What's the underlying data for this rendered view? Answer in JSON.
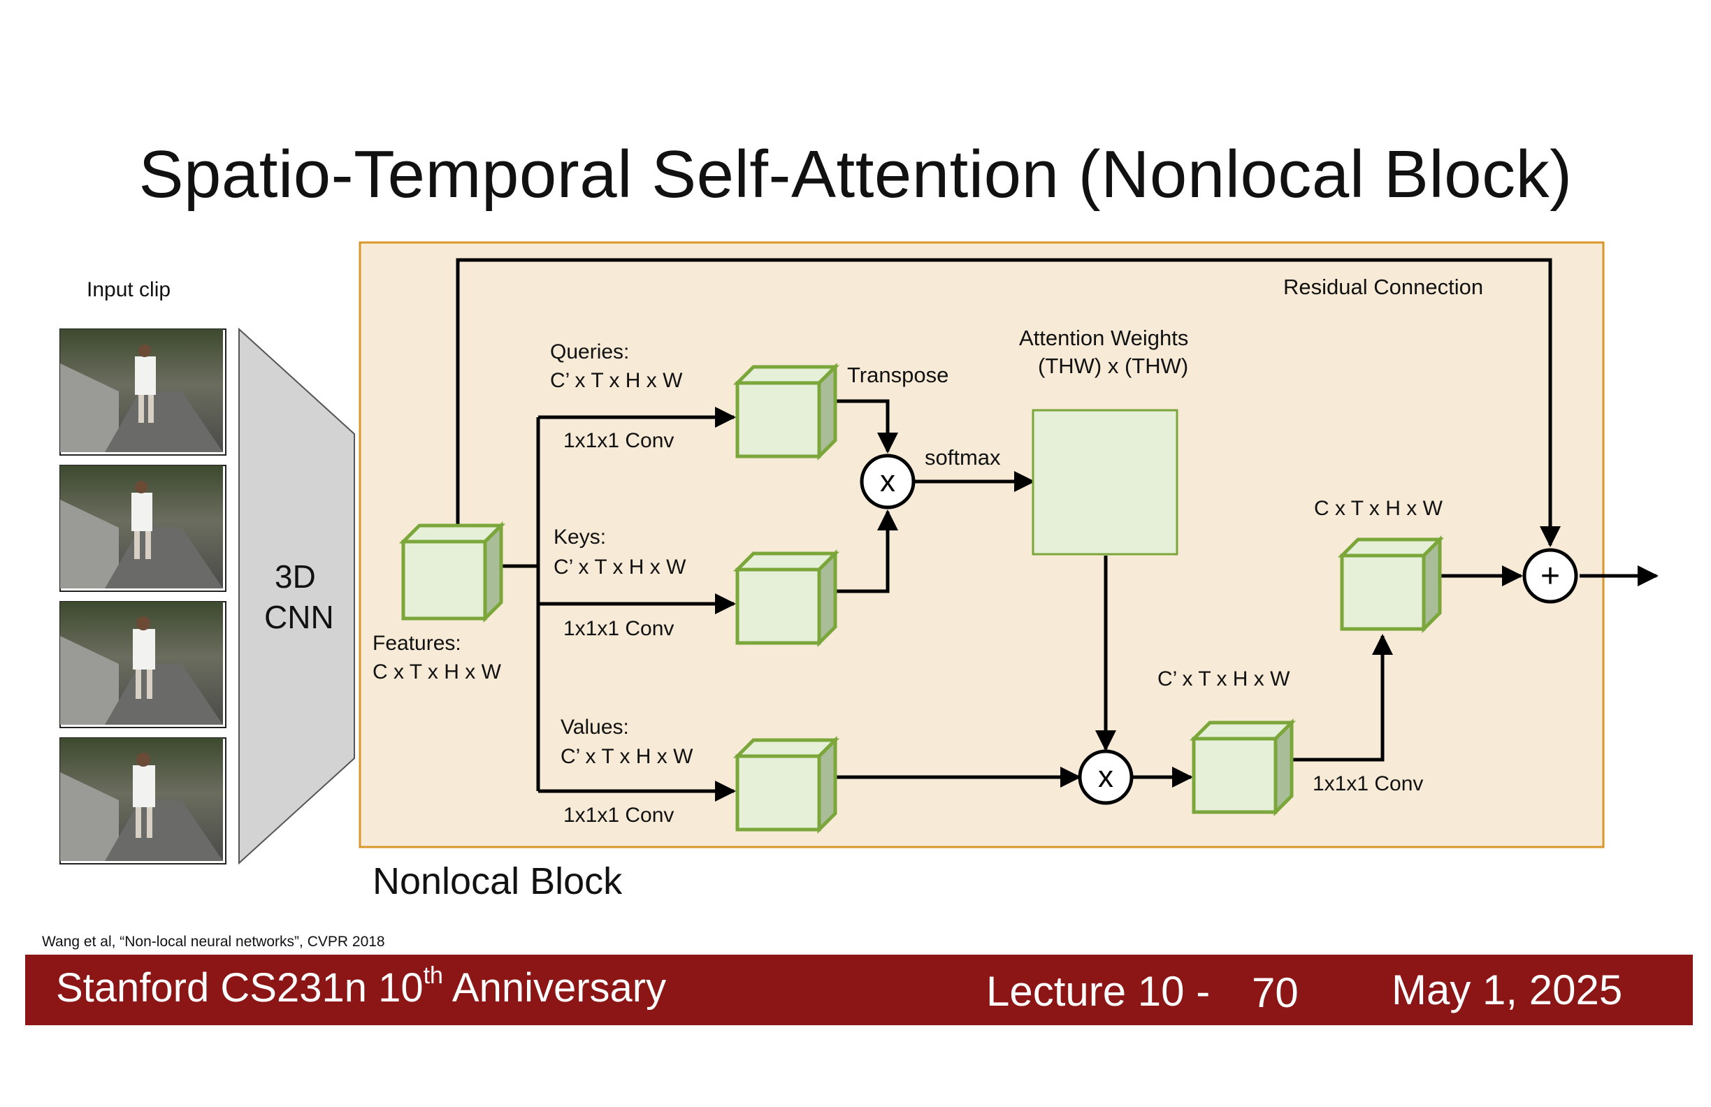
{
  "slide": {
    "title": "Spatio-Temporal Self-Attention (Nonlocal Block)",
    "citation": "Wang et al, “Non-local neural networks”, CVPR 2018"
  },
  "input": {
    "label": "Input clip",
    "cnn_line1": "3D",
    "cnn_line2": "CNN"
  },
  "block": {
    "caption": "Nonlocal Block",
    "residual_label": "Residual Connection",
    "features_label": "Features:",
    "features_shape": "C x T x H x W",
    "queries_label": "Queries:",
    "queries_shape": "C’ x T x H x W",
    "keys_label": "Keys:",
    "keys_shape": "C’ x T x H x W",
    "values_label": "Values:",
    "values_shape": "C’ x T x H x W",
    "conv_queries": "1x1x1 Conv",
    "conv_keys": "1x1x1 Conv",
    "conv_values": "1x1x1 Conv",
    "conv_output": "1x1x1 Conv",
    "transpose_label": "Transpose",
    "softmax_label": "softmax",
    "attention_label_line1": "Attention Weights",
    "attention_label_line2": "(THW) x (THW)",
    "weighted_shape": "C’ x T x H x W",
    "output_shape": "C x T x H x W",
    "multiply_symbol": "x",
    "add_symbol": "+"
  },
  "footer": {
    "course_prefix": "Stanford CS231n 10",
    "course_sup": "th",
    "course_suffix": " Anniversary",
    "lecture": "Lecture 10 -",
    "page": "70",
    "date": "May 1, 2025"
  },
  "colors": {
    "block_fill": "#f7ebd7",
    "block_border": "#d9962a",
    "cube_face": "#e6f0d8",
    "cube_border": "#7aa63a",
    "cube_side": "#a9bd98",
    "cnn_fill": "#d3d3d3",
    "footer_bg": "#8c1515"
  }
}
